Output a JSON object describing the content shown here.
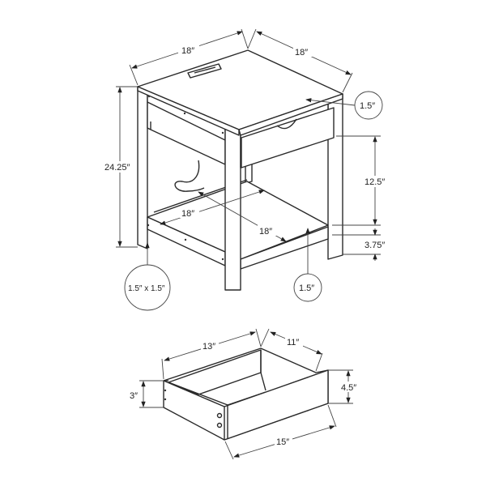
{
  "table": {
    "top_width_label": "18″",
    "top_depth_label": "18″",
    "top_thickness_label": "1.5″",
    "height_label": "24.25″",
    "shelf_to_drawer_label": "12.5″",
    "shelf_width_label": "18″",
    "shelf_depth_label": "18″",
    "floor_clearance_label": "3.75″",
    "leg_size_label": "1.5″ x 1.5″",
    "shelf_thickness_label": "1.5″"
  },
  "drawer": {
    "length_label": "13″",
    "depth_label": "11″",
    "side_height_label": "3″",
    "front_height_label": "4.5″",
    "front_width_label": "15″"
  },
  "colors": {
    "line": "#2a2a2a",
    "background": "#ffffff"
  }
}
